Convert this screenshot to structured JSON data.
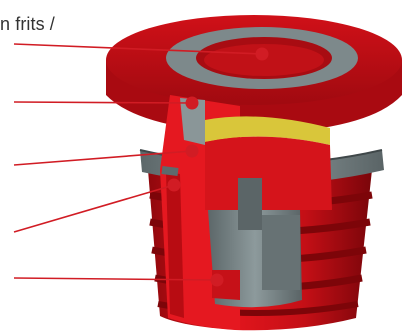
{
  "caption": {
    "text": "n frits /"
  },
  "leader_lines": [
    {
      "target": "top-cap-gray-ring"
    },
    {
      "target": "upper-gray-insert"
    },
    {
      "target": "yellow-frit-layer"
    },
    {
      "target": "outer-red-wall"
    },
    {
      "target": "inner-gray-core"
    }
  ],
  "colors": {
    "red": "#e3141b",
    "dark_red": "#a40a10",
    "gray": "#7e8a8c",
    "dark_gray": "#4c5658",
    "yellow": "#d9c63a",
    "leader_line": "#d11c24"
  }
}
